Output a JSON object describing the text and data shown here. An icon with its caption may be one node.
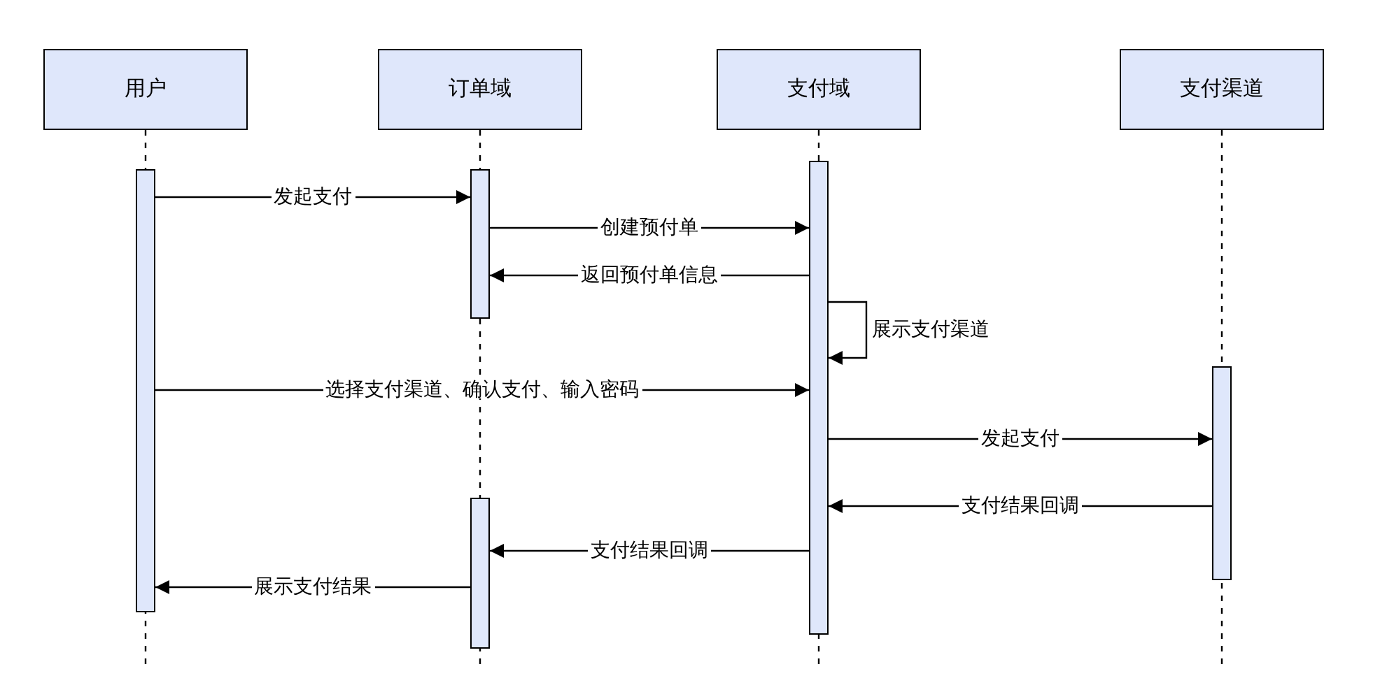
{
  "diagram": {
    "nodes": [
      {
        "text": [
          "用户"
        ]
      },
      {
        "text": [
          "订单域"
        ]
      },
      {
        "text": [
          "支付域"
        ]
      },
      {
        "text": [
          "支付渠道"
        ]
      },
      {
        "text": [],
        "shape": "bar"
      },
      {
        "text": [],
        "shape": "bar"
      },
      {
        "text": [],
        "shape": "bar"
      },
      {
        "text": [],
        "shape": "bar"
      },
      {
        "text": [],
        "shape": "bar"
      }
    ],
    "edges": [
      {
        "from": 4,
        "to": 5,
        "arrow": "to",
        "label": "发起支付"
      },
      {
        "from": 5,
        "to": 7,
        "arrow": "to",
        "label": "创建预付单"
      },
      {
        "from": 7,
        "to": 5,
        "arrow": "to",
        "label": "返回预付单信息"
      },
      {
        "from": 7,
        "to": 7,
        "arrow": "to",
        "label": "展示支付渠道"
      },
      {
        "from": 4,
        "to": 7,
        "arrow": "to",
        "label": "选择支付渠道、确认支付、输入密码"
      },
      {
        "from": 7,
        "to": 8,
        "arrow": "to",
        "label": "发起支付"
      },
      {
        "from": 8,
        "to": 7,
        "arrow": "to",
        "label": "支付结果回调"
      },
      {
        "from": 7,
        "to": 6,
        "arrow": "to",
        "label": "支付结果回调"
      },
      {
        "from": 6,
        "to": 4,
        "arrow": "to",
        "label": "展示支付结果"
      }
    ]
  }
}
